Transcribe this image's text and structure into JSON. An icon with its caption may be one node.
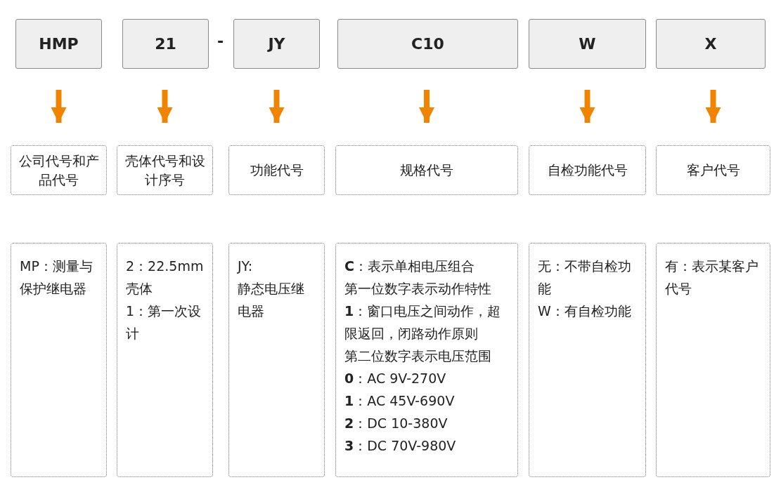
{
  "diagram": {
    "nodes": [
      {
        "text": [
          "HMP"
        ]
      },
      {
        "text": [
          "21"
        ]
      },
      {
        "text": [
          "JY"
        ]
      },
      {
        "text": [
          "C10"
        ]
      },
      {
        "text": [
          "W"
        ]
      },
      {
        "text": [
          "X"
        ]
      },
      {
        "text": [
          "公司代号和产品代号"
        ]
      },
      {
        "text": [
          "壳体代号和设计序号"
        ]
      },
      {
        "text": [
          "功能代号"
        ]
      },
      {
        "text": [
          "规格代号"
        ]
      },
      {
        "text": [
          "自检功能代号"
        ]
      },
      {
        "text": [
          "客户代号"
        ]
      },
      {
        "text": [
          "MP：测量与保护继电器"
        ]
      },
      {
        "text": [
          "2：22.5mm壳体",
          "1：第一次设计"
        ]
      },
      {
        "text": [
          "JY:",
          "静态电压继电器"
        ]
      },
      {
        "text": [
          "**C**：表示单相电压组合",
          "第一位数字表示动作特性",
          "**1**：窗口电压之间动作，超限返回，闭路动作原则",
          "第二位数字表示电压范围",
          "**0**：AC 9V-270V",
          "**1**：AC 45V-690V",
          "**2**：DC 10-380V",
          "**3**：DC 70V-980V"
        ]
      },
      {
        "text": [
          "无：不带自检功能",
          "W：有自检功能"
        ]
      },
      {
        "text": [
          "有：表示某客户代号"
        ]
      }
    ],
    "edges": [
      {
        "from": 0,
        "to": 6,
        "arrow": "to"
      },
      {
        "from": 1,
        "to": 7,
        "arrow": "to"
      },
      {
        "from": 2,
        "to": 8,
        "arrow": "to"
      },
      {
        "from": 3,
        "to": 9,
        "arrow": "to"
      },
      {
        "from": 4,
        "to": 10,
        "arrow": "to"
      },
      {
        "from": 5,
        "to": 11,
        "arrow": "to"
      }
    ],
    "labels": [
      "-"
    ]
  }
}
